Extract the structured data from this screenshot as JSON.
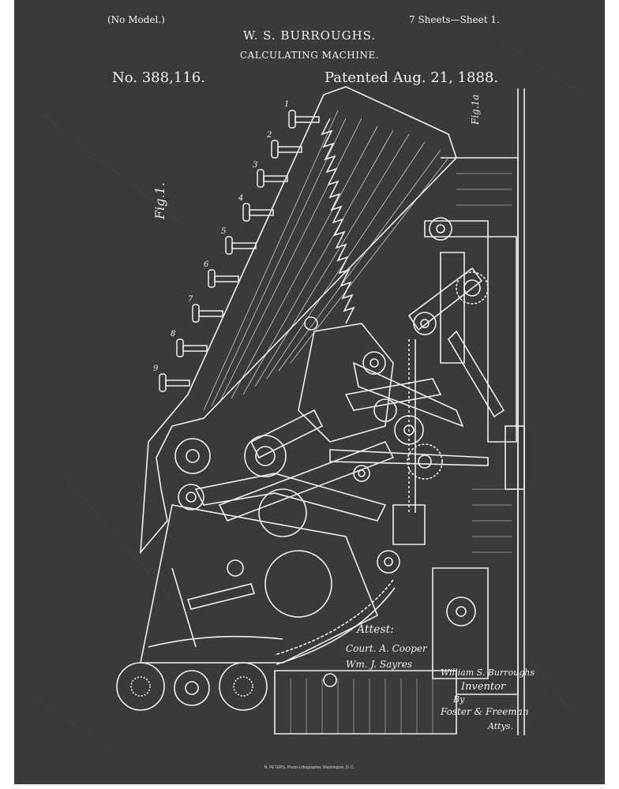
{
  "header": {
    "model_note": "(No Model.)",
    "sheet_info": "7 Sheets—Sheet 1.",
    "inventor": "W. S. BURROUGHS.",
    "title": "CALCULATING MACHINE.",
    "patent_number": "No. 388,116.",
    "patent_date": "Patented Aug. 21, 1888."
  },
  "figures": {
    "fig1_label": "Fig.1.",
    "fig1a_label": "Fig.1a"
  },
  "key_numbers": [
    "1",
    "2",
    "3",
    "4",
    "5",
    "6",
    "7",
    "8",
    "9"
  ],
  "attest": {
    "heading": "Attest:",
    "witness_1": "Court. A. Cooper",
    "witness_2": "Wm. J. Sayres"
  },
  "inventor_block": {
    "signature": "William S. Burroughs",
    "role": "Inventor",
    "by": "By",
    "attorneys": "Foster & Freeman",
    "attys_label": "Attys."
  },
  "footer": {
    "printer": "N. PETERS, Photo-Lithographer, Washington, D. C."
  },
  "colors": {
    "chalkboard": "#3a3a3a",
    "chalk_line": "#efefef"
  }
}
